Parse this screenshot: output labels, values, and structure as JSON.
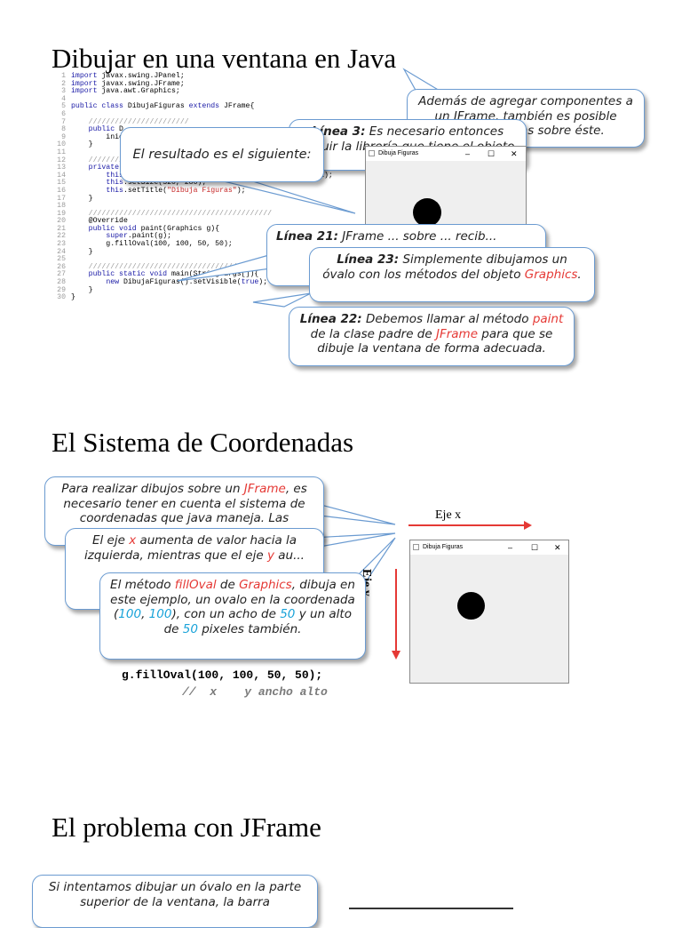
{
  "sections": {
    "s1_title": "Dibujar en una ventana en Java",
    "s2_title": "El Sistema de Coordenadas",
    "s3_title": "El problema con JFrame"
  },
  "code_lines": [
    {
      "n": "1",
      "html": "<span class=\"kw\">import</span> javax.swing.JPanel;"
    },
    {
      "n": "2",
      "html": "<span class=\"kw\">import</span> javax.swing.JFrame;"
    },
    {
      "n": "3",
      "html": "<span class=\"kw\">import</span> java.awt.Graphics;"
    },
    {
      "n": "4",
      "html": ""
    },
    {
      "n": "5",
      "html": "<span class=\"kw\">public class</span> DibujaFiguras <span class=\"kw\">extends</span> JFrame{"
    },
    {
      "n": "6",
      "html": ""
    },
    {
      "n": "7",
      "html": "    <span class=\"cm\">///////////////////////</span>"
    },
    {
      "n": "8",
      "html": "    <span class=\"kw\">public</span> D"
    },
    {
      "n": "9",
      "html": "        inici"
    },
    {
      "n": "10",
      "html": "    }"
    },
    {
      "n": "11",
      "html": ""
    },
    {
      "n": "12",
      "html": "    <span class=\"cm\">//////////////////////////////////////////////////////////////</span>"
    },
    {
      "n": "13",
      "html": "    <span class=\"kw\">private void</span> inicializarComponentes(){"
    },
    {
      "n": "14",
      "html": "        <span class=\"kw\">this</span>.setDefaultCloseOperation(JFrame.EXIT_ON_CLOSE);"
    },
    {
      "n": "15",
      "html": "        <span class=\"kw\">this</span>.setSize(320, 280);"
    },
    {
      "n": "16",
      "html": "        <span class=\"kw\">this</span>.setTitle(<span class=\"str\">\"Dibuja Figuras\"</span>);"
    },
    {
      "n": "17",
      "html": "    }"
    },
    {
      "n": "18",
      "html": ""
    },
    {
      "n": "19",
      "html": "    <span class=\"cm\">//////////////////////////////////////////</span>"
    },
    {
      "n": "20",
      "html": "    @Override"
    },
    {
      "n": "21",
      "html": "    <span class=\"kw\">public void</span> paint(Graphics g){"
    },
    {
      "n": "22",
      "html": "        <span class=\"kw\">super</span>.paint(g);"
    },
    {
      "n": "23",
      "html": "        g.fillOval(100, 100, 50, 50);"
    },
    {
      "n": "24",
      "html": "    }"
    },
    {
      "n": "25",
      "html": ""
    },
    {
      "n": "26",
      "html": "    <span class=\"cm\">//////////////////////////////////////////</span>"
    },
    {
      "n": "27",
      "html": "    <span class=\"kw\">public static void</span> main(String args[]){"
    },
    {
      "n": "28",
      "html": "        <span class=\"kw\">new</span> DibujaFiguras().setVisible(<span class=\"kw\">true</span>);"
    },
    {
      "n": "29",
      "html": "    }"
    },
    {
      "n": "30",
      "html": "}"
    }
  ],
  "bubbles": {
    "b_ademas": "Además de agregar componentes a un JFrame, también es posible dibujar figuras sobre éste.",
    "b_linea3_label": "Línea 3:",
    "b_linea3": " Es necesario entonces incluir la librería que tiene el objeto",
    "b_resultado": "El resultado es el siguiente:",
    "b_linea21a_label": "Línea 21:",
    "b_linea21a": " JFrame ... sobre ... recib...",
    "b_linea23_label": "Línea 23:",
    "b_linea23_a": " Simplemente dibujamos un óvalo con los métodos del objeto ",
    "b_linea23_red": "Graphics",
    "b_linea23_b": ".",
    "b_linea22_label": "Línea 22:",
    "b_linea22_a": " Debemos llamar al método ",
    "b_linea22_red1": "paint",
    "b_linea22_b": " de la clase padre de ",
    "b_linea22_red2": "JFrame",
    "b_linea22_c": " para que se dibuje la ventana de forma adecuada.",
    "b_coord_a": "Para realizar dibujos sobre un ",
    "b_coord_red": "JFrame",
    "b_coord_b": ", es necesario tener en cuenta el sistema de coordenadas que java maneja. Las",
    "b_eje_a": "El eje ",
    "b_eje_red": "x",
    "b_eje_b": " aumenta de valor hacia la izquierda, mientras que el eje ",
    "b_eje_red2": "y",
    "b_eje_c": " au...",
    "b_fill_a": "El método ",
    "b_fill_red1": "fillOval",
    "b_fill_b": " de ",
    "b_fill_red2": "Graphics",
    "b_fill_c": ", dibuja en este ejemplo, un ovalo en la coordenada (",
    "b_fill_blue1": "100",
    "b_fill_d": ", ",
    "b_fill_blue2": "100",
    "b_fill_e": "), con un acho de ",
    "b_fill_blue3": "50",
    "b_fill_f": " y un alto de ",
    "b_fill_blue4": "50",
    "b_fill_g": " pixeles también.",
    "b_problema": "Si intentamos dibujar un óvalo en la parte superior de la ventana, la barra"
  },
  "windows": {
    "w1_title": "Dibuja Figuras",
    "w2_title": "Dibuja Figuras",
    "min": "–",
    "max": "☐",
    "close": "✕"
  },
  "axes": {
    "x_label": "Eje x",
    "y_label": "Eje y"
  },
  "snippet": {
    "code": "g.fillOval(100, 100, 50, 50);",
    "comment": "//  x    y ancho alto"
  }
}
